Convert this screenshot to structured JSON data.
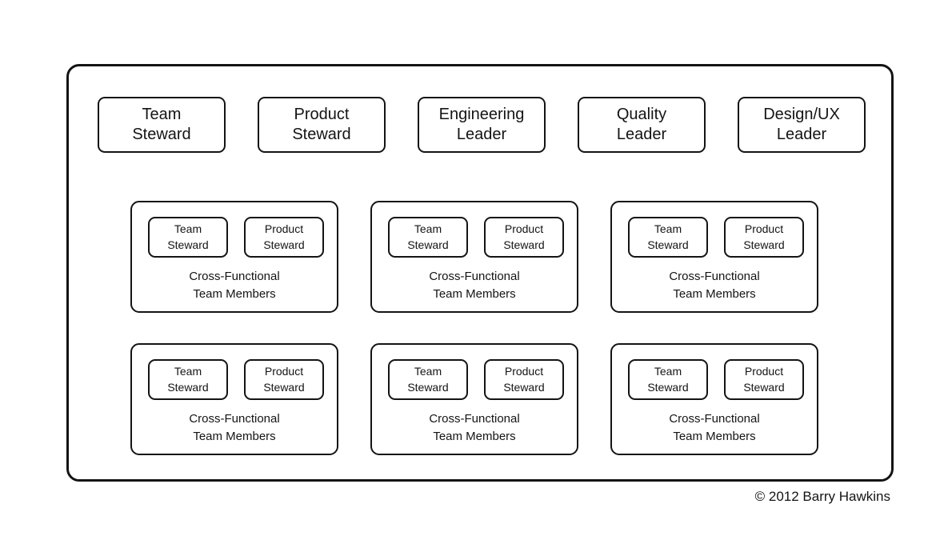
{
  "page": {
    "background_color": "#ffffff",
    "line_color": "#141414"
  },
  "leaders": [
    {
      "label": "Team\nSteward"
    },
    {
      "label": "Product\nSteward"
    },
    {
      "label": "Engineering\nLeader"
    },
    {
      "label": "Quality\nLeader"
    },
    {
      "label": "Design/UX\nLeader"
    }
  ],
  "teams": [
    {
      "team_steward_label": "Team\nSteward",
      "product_steward_label": "Product\nSteward",
      "members_label": "Cross-Functional\nTeam Members"
    },
    {
      "team_steward_label": "Team\nSteward",
      "product_steward_label": "Product\nSteward",
      "members_label": "Cross-Functional\nTeam Members"
    },
    {
      "team_steward_label": "Team\nSteward",
      "product_steward_label": "Product\nSteward",
      "members_label": "Cross-Functional\nTeam Members"
    },
    {
      "team_steward_label": "Team\nSteward",
      "product_steward_label": "Product\nSteward",
      "members_label": "Cross-Functional\nTeam Members"
    },
    {
      "team_steward_label": "Team\nSteward",
      "product_steward_label": "Product\nSteward",
      "members_label": "Cross-Functional\nTeam Members"
    },
    {
      "team_steward_label": "Team\nSteward",
      "product_steward_label": "Product\nSteward",
      "members_label": "Cross-Functional\nTeam Members"
    }
  ],
  "footer": {
    "copyright": "© 2012 Barry Hawkins"
  }
}
